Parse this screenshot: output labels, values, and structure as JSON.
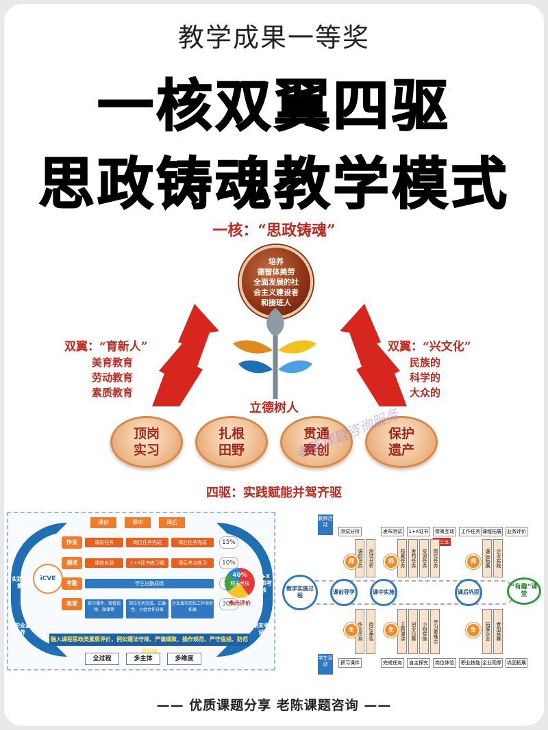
{
  "header": {
    "subtitle": "教学成果一等奖",
    "title_line1": "一核双翼四驱",
    "title_line2": "思政铸魂教学模式"
  },
  "model": {
    "core_label": "一核：“思政铸魂”",
    "core_circle": [
      "培养",
      "德智体美劳",
      "全面发展的社",
      "会主义建设者",
      "和接班人"
    ],
    "left_wing": {
      "head": "双翼：“育新人”",
      "items": [
        "美育教育",
        "劳动教育",
        "素质教育"
      ]
    },
    "right_wing": {
      "head": "双翼：“兴文化”",
      "items": [
        "民族的",
        "科学的",
        "大众的"
      ]
    },
    "root_label": "立德树人",
    "drives": [
      {
        "line1": "顶岗",
        "line2": "实习"
      },
      {
        "line1": "扎根",
        "line2": "田野"
      },
      {
        "line1": "贯通",
        "line2": "赛创"
      },
      {
        "line1": "保护",
        "line2": "遗产"
      }
    ],
    "drive_label": "四驱：实践赋能并驾齐驱",
    "watermark": "老陈课题咨询服务",
    "colors": {
      "accent_red": "#c0281d",
      "arrow_red": "#d7261e",
      "oval_fill": "#f0bf93"
    }
  },
  "diagram_left": {
    "phases": [
      "课前",
      "课中",
      "课后"
    ],
    "rows": [
      {
        "label": "作业",
        "boxes": [
          "课前任务",
          "岗位任务完成",
          "课后任务完成"
        ],
        "pct": "15%"
      },
      {
        "label": "测试",
        "boxes": [
          "课前自测",
          "1+X证书练习题",
          "课后考点练习"
        ],
        "pct": "10%"
      },
      {
        "label": "考勤",
        "boxes": [
          "学生出勤成绩"
        ],
        "pct": "5%"
      },
      {
        "label": "表现",
        "boxes": [
          "探习课件、观看视频、微课等",
          "岗位任务完成、正确性、小组合作分享",
          "企业真实岗位工作项目拓展"
        ],
        "pct": "30%"
      }
    ],
    "left_ring_labels": [
      "理论应用",
      "实践技能",
      "职业素养"
    ],
    "right_ring_labels": [
      "技能竞赛",
      "1+X证书考核",
      "期末考试"
    ],
    "logo_text": "iCVE",
    "ball_pct": "40%",
    "ball_label": "期末考核",
    "ball_sub": "多元评价",
    "banner": "融入课程思政类素质评价，例如遵法守规、严谨细致、操作规范、严守底线、防范风险等",
    "tags": [
      "全过程",
      "多主体",
      "多维度"
    ]
  },
  "diagram_right": {
    "left_node": "教学实施过程",
    "stage_nodes": [
      "课前导学",
      "课中实施",
      "课后巩固"
    ],
    "qu_node": "“有趣”课堂",
    "red_label": "四三五模式",
    "top_left_label": "教师活动",
    "bottom_left_label": "学生活动",
    "role_teacher": "师",
    "role_student": "生",
    "top_boxes": [
      "测试分析",
      "发布测试",
      "1+X证书",
      "情景互动",
      "工作任务",
      "课程拓展",
      "业务评价"
    ],
    "bottom_boxes": [
      "预习课件",
      "完成任务",
      "自主探究",
      "岗位体验",
      "职业技能",
      "企业观摩",
      "巩固拓展"
    ]
  },
  "footer": "—— 优质课题分享   老陈课题咨询 ——"
}
